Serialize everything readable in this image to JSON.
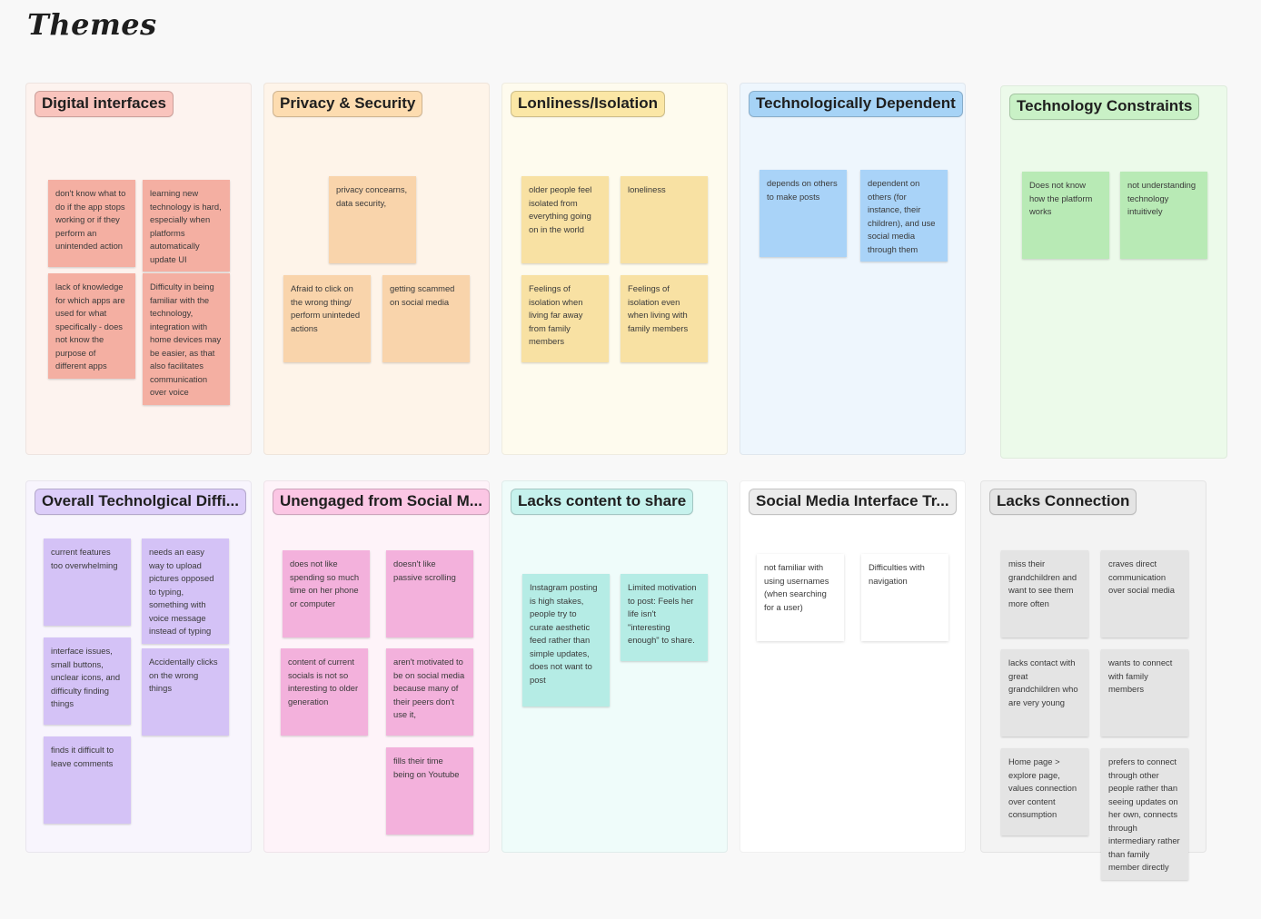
{
  "page": {
    "title": "Themes"
  },
  "colors": {
    "red_bg": "#fdf3ef",
    "red_label": "#f9c4bd",
    "red_note": "#f4afa2",
    "orange_bg": "#fef4e9",
    "orange_label": "#fddcb0",
    "orange_note": "#f9d4ab",
    "yellow_bg": "#fefbee",
    "yellow_label": "#fbe7a6",
    "yellow_note": "#f8e1a3",
    "blue_bg": "#eef6fd",
    "blue_label": "#a6d3f6",
    "blue_note": "#a9d3f8",
    "green_bg": "#ecfaea",
    "green_label": "#c9f1c6",
    "green_note": "#b8eab5",
    "purple_bg": "#f8f5fd",
    "purple_label": "#dccdf9",
    "purple_note": "#d4c2f6",
    "pink_bg": "#fef3f9",
    "pink_label": "#fbc6e4",
    "pink_note": "#f3b1dc",
    "teal_bg": "#effcfa",
    "teal_label": "#c6f2ed",
    "teal_note": "#b5ece5",
    "white_bg": "#ffffff",
    "white_label": "#ececec",
    "white_note": "#ffffff",
    "gray_bg": "#f3f3f3",
    "gray_label": "#e4e4e4",
    "gray_note": "#e4e4e4"
  },
  "sections": [
    {
      "label": "Digital interfaces",
      "notes": [
        "don't know what to do if the app stops working or if they perform an unintended action",
        "learning new technology is hard, especially when platforms automatically update UI",
        "lack of knowledge for which apps are used for what specifically - does not know the purpose of different apps",
        "Difficulty in being familiar with the technology, integration with home devices may be easier, as that also facilitates communication over voice"
      ]
    },
    {
      "label": "Privacy & Security",
      "notes": [
        "privacy concearns, data security,",
        "Afraid to click on the wrong thing/ perform uninteded actions",
        "getting scammed on social media"
      ]
    },
    {
      "label": "Lonliness/Isolation",
      "notes": [
        "older people feel isolated from everything going on in the world",
        "loneliness",
        "Feelings of isolation when living far away from family members",
        "Feelings of isolation even when living with family members"
      ]
    },
    {
      "label": "Technologically Dependent",
      "notes": [
        "depends on others to make posts",
        "dependent on others (for instance, their children), and use social media through them"
      ]
    },
    {
      "label": "Technology Constraints",
      "notes": [
        "Does not know how the platform works",
        "not understanding technology intuitively"
      ]
    },
    {
      "label": "Overall Technolgical Diffi...",
      "notes": [
        "current features too overwhelming",
        "needs an easy way to upload pictures opposed to typing, something with voice message instead of typing",
        "interface issues, small buttons, unclear icons, and difficulty finding things",
        "Accidentally clicks on the wrong things",
        "finds it difficult to leave comments"
      ]
    },
    {
      "label": "Unengaged from Social M...",
      "notes": [
        "does not like spending so much time on her phone or computer",
        "doesn't like passive scrolling",
        "content of current socials is not so interesting to older generation",
        "aren't motivated to be on social media because many of their peers don't use it,",
        "fills their time being on Youtube"
      ]
    },
    {
      "label": "Lacks content to share",
      "notes": [
        "Instagram posting is high stakes, people try to curate aesthetic feed rather than simple updates, does not want to post",
        "Limited motivation to post: Feels her life isn't \"interesting enough\" to share."
      ]
    },
    {
      "label": "Social Media Interface Tr...",
      "notes": [
        "not familiar with using usernames (when searching for a user)",
        "Difficulties with navigation"
      ]
    },
    {
      "label": "Lacks Connection",
      "notes": [
        "miss their grandchildren and want to see them more often",
        "craves direct communication over social media",
        "lacks contact with great grandchildren who are very young",
        "wants to connect with family members",
        "Home page > explore page, values connection over content consumption",
        "prefers to connect through other people rather than seeing updates on her own, connects through intermediary rather than family member directly"
      ]
    }
  ]
}
